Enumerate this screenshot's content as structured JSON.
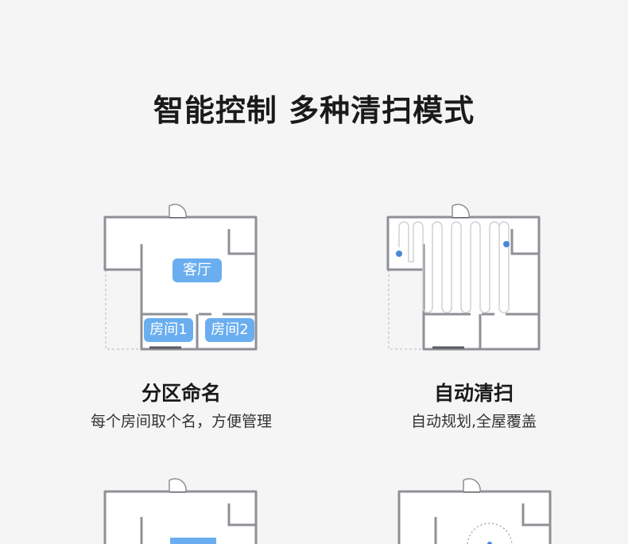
{
  "page": {
    "title": "智能控制 多种清扫模式"
  },
  "features": [
    {
      "title": "分区命名",
      "description": "每个房间取个名，方便管理",
      "labels": [
        "客厅",
        "房间1",
        "房间2"
      ]
    },
    {
      "title": "自动清扫",
      "description": "自动规划,全屋覆盖"
    }
  ],
  "colors": {
    "wall": "#8e9096",
    "room_fill": "#ffffff",
    "label_bg": "#6aaef0",
    "robot_dot": "#4a88d8",
    "door": "#5a5d66"
  }
}
